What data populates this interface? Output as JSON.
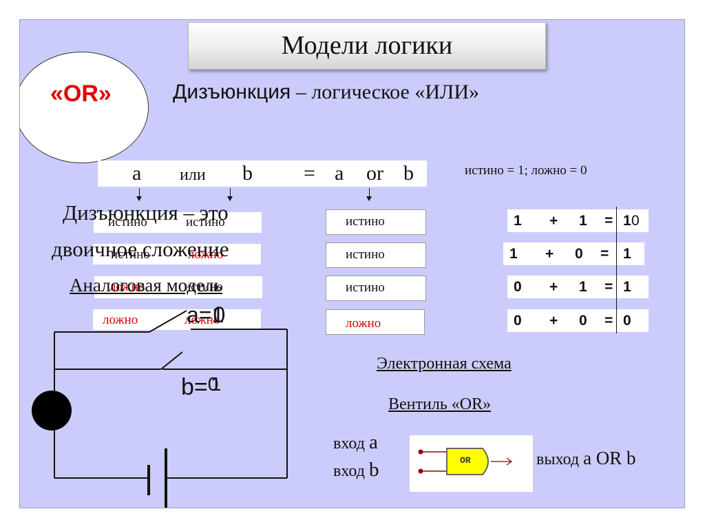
{
  "title": "Модели логики",
  "badge": "«OR»",
  "subtitle": {
    "word": "Дизъюнкция",
    "rest": " – логическое «ИЛИ»"
  },
  "formula": {
    "a": "a",
    "or_ru": "или",
    "b": "b",
    "eq": "=",
    "a2": "a",
    "or_en": "or",
    "b2": "b"
  },
  "legend": "истино = 1;  ложно = 0",
  "truth_rows": [
    {
      "a": "истино",
      "b": "истино",
      "a_color": "#111111",
      "b_color": "#111111"
    },
    {
      "a": "истино",
      "b": "ложно",
      "a_color": "#111111",
      "b_color": "#e00000"
    },
    {
      "a": "ложно",
      "b": "истино",
      "a_color": "#e00000",
      "b_color": "#111111"
    },
    {
      "a": "ложно",
      "b": "ложно",
      "a_color": "#e00000",
      "b_color": "#e00000"
    }
  ],
  "result_column": [
    {
      "text": "истино",
      "color": "#111111"
    },
    {
      "text": "истино",
      "color": "#111111"
    },
    {
      "text": "истино",
      "color": "#111111"
    },
    {
      "text": "ложно",
      "color": "#e00000"
    }
  ],
  "overlay_text": {
    "line1": "Дизъюнкция – это",
    "line2": "двоичное сложение",
    "line3": "Аналоговая модель"
  },
  "circuit": {
    "a_label": "a=",
    "a_values": [
      "1",
      "0"
    ],
    "b_label": "b=",
    "b_values": [
      "0",
      "1"
    ]
  },
  "binary_sums": [
    {
      "a": "1",
      "plus": "+",
      "b": "1",
      "eq": "=",
      "r1": "1",
      "r2": "0"
    },
    {
      "a": "1",
      "plus": "+",
      "b": "0",
      "eq": "=",
      "r1": "1",
      "r2": ""
    },
    {
      "a": "0",
      "plus": "+",
      "b": "1",
      "eq": "=",
      "r1": "1",
      "r2": ""
    },
    {
      "a": "0",
      "plus": "+",
      "b": "0",
      "eq": "=",
      "r1": "0",
      "r2": ""
    }
  ],
  "electronic": "Электронная схема",
  "gate_title": "Вентиль «OR»",
  "gate": {
    "in_a_word": "вход ",
    "in_a_var": "a",
    "in_b_word": "вход ",
    "in_b_var": "b",
    "label": "OR",
    "out_word": "выход ",
    "out_expr": "a OR b"
  },
  "colors": {
    "background": "#ccccfc",
    "accent_red": "#e00000",
    "gate_fill": "#ffff00"
  }
}
